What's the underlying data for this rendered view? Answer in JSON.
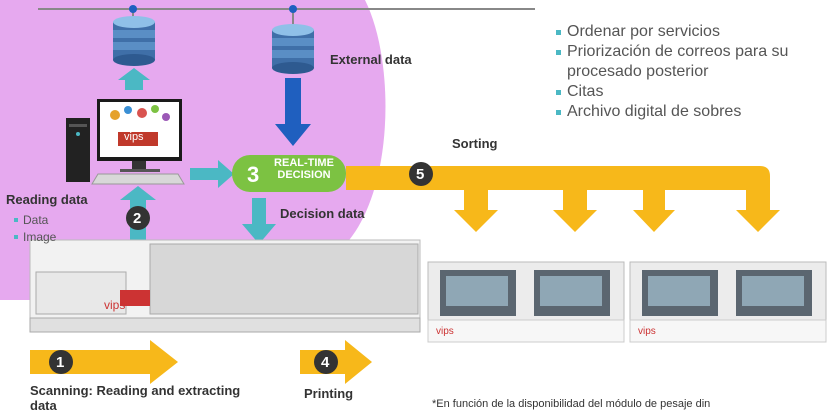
{
  "bullets": [
    "Ordenar por servicios",
    "Priorización de correos para su",
    "procesado posterior",
    "Citas",
    "Archivo digital de sobres"
  ],
  "labels": {
    "external_data": "External data",
    "sorting": "Sorting",
    "reading_data": "Reading data",
    "reading_items": [
      "Data",
      "Image"
    ],
    "decision_data": "Decision data",
    "scanning_line1": "Scanning: Reading and extracting",
    "scanning_line2": "data",
    "printing": "Printing",
    "footnote": "*En función de la disponibilidad del módulo de pesaje din"
  },
  "realtime": {
    "number": "3",
    "line1": "REAL-TIME",
    "line2": "DECISION"
  },
  "steps": {
    "s1": "1",
    "s2": "2",
    "s4": "4",
    "s5": "5"
  },
  "brand": "vips",
  "colors": {
    "pink": "#e6a9ef",
    "orange": "#f7b81a",
    "teal": "#4bb8c4",
    "blue": "#1f5fbf",
    "green": "#7cc242",
    "dark": "#333333"
  }
}
